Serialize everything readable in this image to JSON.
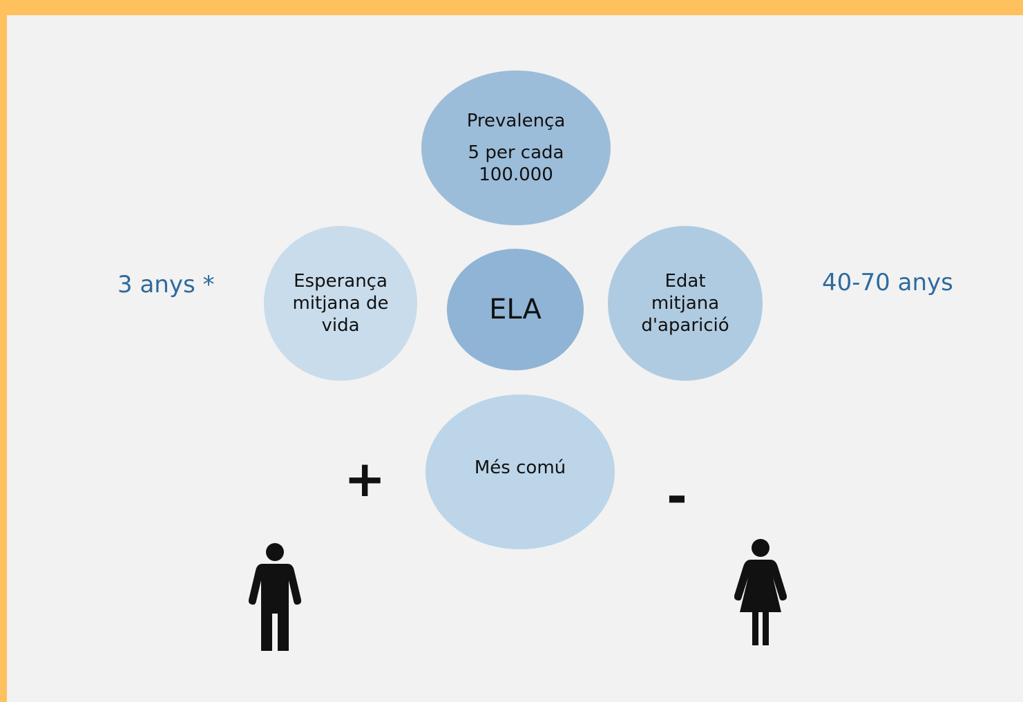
{
  "center": {
    "label": "ELA"
  },
  "top": {
    "line1": "Prevalença",
    "line2": "5 per cada",
    "line3": "100.000"
  },
  "left": {
    "line1": "Esperança",
    "line2": "mitjana de",
    "line3": "vida",
    "value": "3 anys *"
  },
  "right": {
    "line1": "Edat",
    "line2": "mitjana",
    "line3": "d'aparició",
    "value": "40-70 anys"
  },
  "bottom": {
    "label": "Més comú",
    "men_sign": "+",
    "women_sign": "-"
  },
  "icons": {
    "man": "man-icon",
    "woman": "woman-icon"
  },
  "colors": {
    "frame": "#FFC05E",
    "background": "#F2F2F2",
    "center_bubble": "#8FB4D5",
    "top_bubble": "#9CBDD9",
    "left_bubble": "#C9DCEB",
    "right_bubble": "#AFCBE1",
    "bottom_bubble": "#BDD5E8",
    "side_text": "#2E6A9E"
  }
}
